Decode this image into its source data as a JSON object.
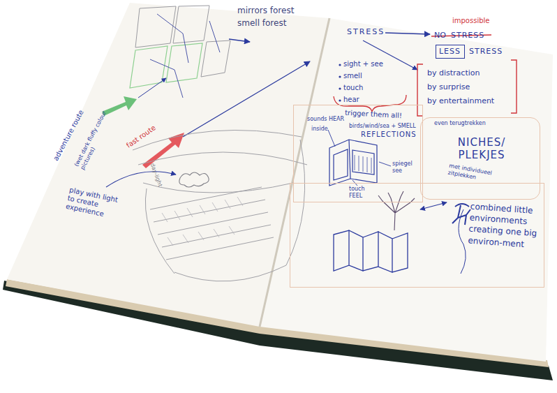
{
  "diagram": {
    "nodes": [
      {
        "text": [
          "LESS"
        ]
      },
      {
        "text": [
          "NICHES/ PLEKJES"
        ]
      },
      {
        "text": [
          "REFLECTIONS"
        ]
      },
      {
        "text": [
          "combined little environments creating one big environ-ment"
        ]
      }
    ],
    "labels": [
      "mirrors forest",
      "smell forest",
      "adventure route",
      "(wet dark fluffy colour pictures)",
      "fast route",
      "play with light to create experience",
      "day-light",
      "STRESS",
      "impossible",
      "NO",
      "STRESS",
      "STRESS",
      "sight + see",
      "smell",
      "touch",
      "hear",
      "trigger them all!",
      "by distraction",
      "by surprise",
      "by entertainment",
      "even terugtrekken",
      "met individueel zitplekken",
      "sounds HEAR",
      "birds/wind/sea + SMELL",
      "inside",
      "spiegel see",
      "touch FEEL"
    ]
  }
}
